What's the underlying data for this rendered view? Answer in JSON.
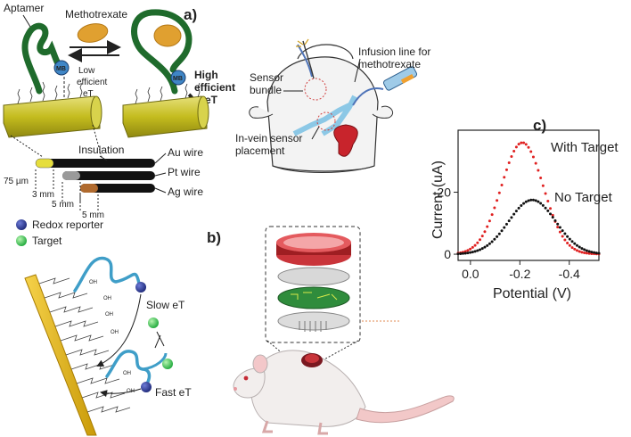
{
  "panel_a": {
    "label": "a)",
    "aptamer": "Aptamer",
    "drug": "Methotrexate",
    "mb": "MB",
    "low_1": "Low",
    "low_2": "efficient",
    "low_3": "eT",
    "high_1": "High",
    "high_2": "efficient",
    "high_3": "eT",
    "insulation": "Insulation",
    "au": "Au wire",
    "pt": "Pt wire",
    "ag": "Ag wire",
    "dim_75": "75 µm",
    "dim_3": "3 mm",
    "dim_5a": "5 mm",
    "dim_5b": "5 mm",
    "sensor_1": "Sensor",
    "sensor_2": "bundle",
    "infusion_1": "Infusion line for",
    "infusion_2": "methotrexate",
    "invein_1": "In-vein sensor",
    "invein_2": "placement"
  },
  "panel_b": {
    "label": "b)",
    "redox": "Redox reporter",
    "target": "Target",
    "slow": "Slow eT",
    "fast": "Fast eT",
    "oh": "OH"
  },
  "panel_c": {
    "label": "c)",
    "with_target": "With Target",
    "no_target": "No Target",
    "colors": {
      "with_target": "#e02020",
      "no_target": "#111111"
    }
  },
  "chart_data": {
    "type": "scatter",
    "xlabel": "Potential (V)",
    "ylabel": "Current (uA)",
    "xlim": [
      0.05,
      -0.52
    ],
    "ylim": [
      -2,
      40
    ],
    "x_ticks": [
      "0.0",
      "-0.2",
      "-0.4"
    ],
    "y_ticks": [
      "0",
      "20"
    ],
    "series": [
      {
        "name": "With Target",
        "peak_x": -0.21,
        "peak_y": 36,
        "width": 0.085,
        "color": "#e02020",
        "x": [
          0.0,
          -0.05,
          -0.1,
          -0.15,
          -0.21,
          -0.25,
          -0.3,
          -0.35,
          -0.4,
          -0.45,
          -0.5
        ],
        "y": [
          0.4,
          3.5,
          13,
          27,
          36,
          32,
          19,
          8,
          2.5,
          0.7,
          0.2
        ]
      },
      {
        "name": "No Target",
        "peak_x": -0.25,
        "peak_y": 17.5,
        "width": 0.095,
        "color": "#111111",
        "x": [
          0.0,
          -0.05,
          -0.1,
          -0.15,
          -0.2,
          -0.25,
          -0.3,
          -0.35,
          -0.4,
          -0.45,
          -0.5
        ],
        "y": [
          0.3,
          1,
          3.5,
          7.5,
          14,
          17.5,
          15.5,
          9.5,
          4.5,
          1.6,
          0.4
        ]
      }
    ]
  }
}
